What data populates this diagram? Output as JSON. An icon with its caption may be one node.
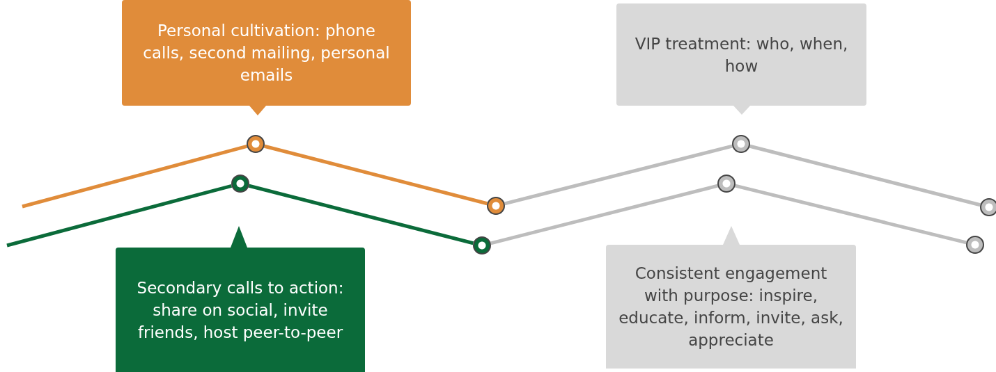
{
  "diagram": {
    "nodes": [
      {
        "text": [
          "Personal cultivation: phone calls, second mailing, personal emails"
        ]
      },
      {
        "text": [
          "VIP treatment: who, when, how"
        ]
      },
      {
        "text": [],
        "shape": "circle"
      },
      {
        "text": [],
        "shape": "circle"
      },
      {
        "text": [],
        "shape": "circle"
      },
      {
        "text": [],
        "shape": "circle"
      },
      {
        "text": [],
        "shape": "circle"
      },
      {
        "text": [],
        "shape": "circle"
      },
      {
        "text": [],
        "shape": "circle"
      },
      {
        "text": [],
        "shape": "circle"
      },
      {
        "text": [
          "Secondary calls to action: share on social, invite friends, host peer-to-peer"
        ]
      },
      {
        "text": [
          "Consistent engagement with purpose: inspire, educate, inform, invite, ask, appreciate"
        ]
      }
    ],
    "edges": [
      {
        "from": null,
        "to": 2,
        "arrow": "none",
        "color": "#e08c3a"
      },
      {
        "from": 2,
        "to": 6,
        "arrow": "none",
        "color": "#e08c3a"
      },
      {
        "from": 6,
        "to": 3,
        "arrow": "none",
        "color": "#bdbdbd"
      },
      {
        "from": 3,
        "to": 7,
        "arrow": "none",
        "color": "#bdbdbd"
      },
      {
        "from": null,
        "to": 4,
        "arrow": "none",
        "color": "#0b6b3a"
      },
      {
        "from": 4,
        "to": 8,
        "arrow": "none",
        "color": "#0b6b3a"
      },
      {
        "from": 8,
        "to": 5,
        "arrow": "none",
        "color": "#bdbdbd"
      },
      {
        "from": 5,
        "to": 9,
        "arrow": "none",
        "color": "#bdbdbd"
      }
    ]
  }
}
